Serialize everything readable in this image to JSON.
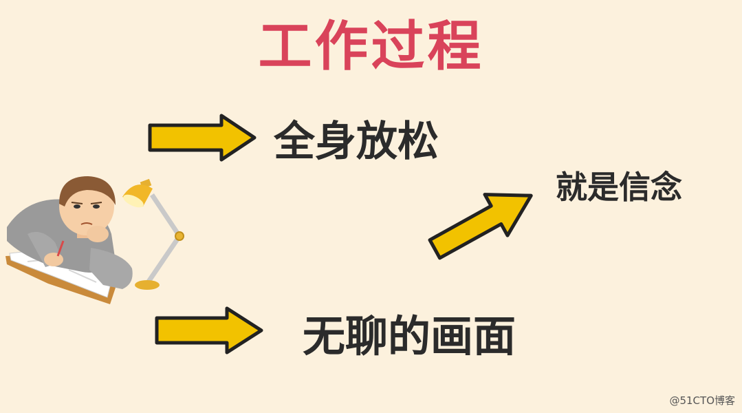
{
  "slide": {
    "title": "工作过程",
    "items": [
      {
        "text": "全身放松"
      },
      {
        "text": "就是信念"
      },
      {
        "text": "无聊的画面"
      }
    ]
  },
  "watermark": "@51CTO博客",
  "colors": {
    "background": "#fcf1dd",
    "title": "#d9435a",
    "text": "#2b2b2b",
    "arrow_fill": "#f2c200",
    "arrow_outline": "#222222"
  },
  "icons": {
    "illustration": "bored-student-with-desk-lamp",
    "arrows": "right-arrow"
  }
}
